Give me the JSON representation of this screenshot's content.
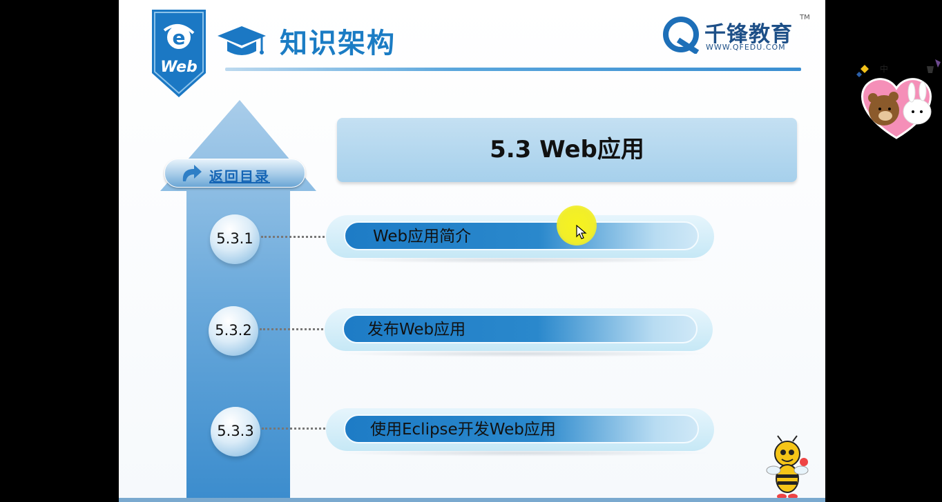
{
  "header": {
    "title": "知识架构",
    "badge_text": "Web",
    "brand_name": "千锋教育",
    "brand_url": "WWW.QFEDU.COM",
    "brand_tm": "TM"
  },
  "nav": {
    "back_label": "返回目录"
  },
  "section": {
    "title": "5.3  Web应用"
  },
  "items": [
    {
      "number": "5.3.1",
      "label": "Web应用简介"
    },
    {
      "number": "5.3.2",
      "label": "发布Web应用"
    },
    {
      "number": "5.3.3",
      "label": "使用Eclipse开发Web应用"
    }
  ],
  "sticker": {
    "text": "中"
  },
  "colors": {
    "accent": "#1b7cc4",
    "pill_blue": "#1e7cc6",
    "title_bar": "#b4d8ef",
    "cursor_highlight": "#f4f021"
  }
}
